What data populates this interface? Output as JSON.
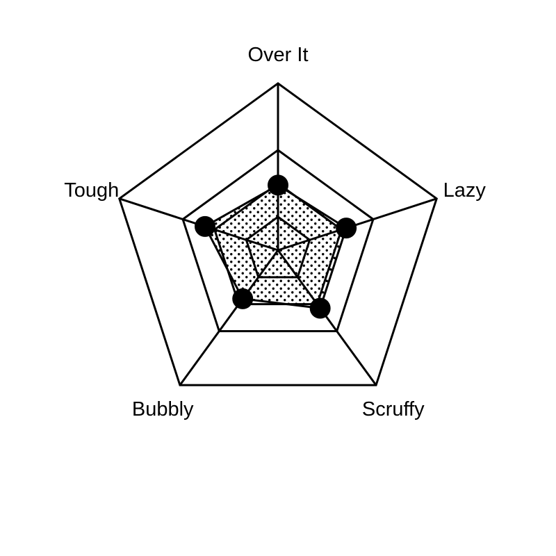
{
  "chart_data": {
    "type": "radar",
    "categories": [
      "Over It",
      "Lazy",
      "Scruffy",
      "Bubbly",
      "Tough"
    ],
    "series": [
      {
        "values": [
          0.78,
          0.86,
          0.86,
          0.72,
          0.92
        ]
      }
    ],
    "rlim": [
      0,
      2
    ],
    "grid_levels": [
      0.4,
      0.8,
      1.2,
      2.0
    ],
    "fill": "dotted",
    "colors": {
      "line": "#000000",
      "marker": "#000000",
      "background": "#ffffff"
    }
  }
}
